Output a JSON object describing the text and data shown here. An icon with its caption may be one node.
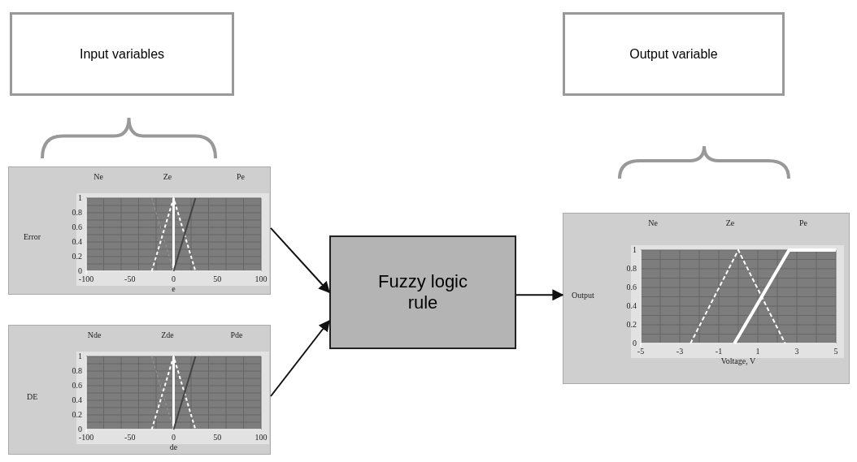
{
  "diagram": {
    "nodes": [
      {
        "text": [
          "Input variables"
        ]
      },
      {
        "text": [
          "Ne",
          "Ze",
          "Pe",
          "Error",
          "1",
          "0.8",
          "0.6",
          "0.4",
          "0.2",
          "0",
          "-100",
          "-50",
          "0",
          "50",
          "100",
          "e"
        ]
      },
      {
        "text": [
          "Nde",
          "Zde",
          "Pde",
          "DE",
          "1",
          "0.8",
          "0.6",
          "0.4",
          "0.2",
          "0",
          "-100",
          "-50",
          "0",
          "50",
          "100",
          "de"
        ]
      },
      {
        "text": [
          "Fuzzy logic rule"
        ]
      },
      {
        "text": [
          "Ne",
          "Ze",
          "Pe",
          "Output",
          "1",
          "0.8",
          "0.6",
          "0.4",
          "0.2",
          "0",
          "-5",
          "-3",
          "-1",
          "1",
          "3",
          "5",
          "Voltage, V"
        ]
      },
      {
        "text": [
          "Output variable"
        ]
      }
    ],
    "edges": [
      {
        "from": 1,
        "to": 3,
        "arrow": "to"
      },
      {
        "from": 2,
        "to": 3,
        "arrow": "to"
      },
      {
        "from": 3,
        "to": 4,
        "arrow": "to"
      }
    ]
  }
}
